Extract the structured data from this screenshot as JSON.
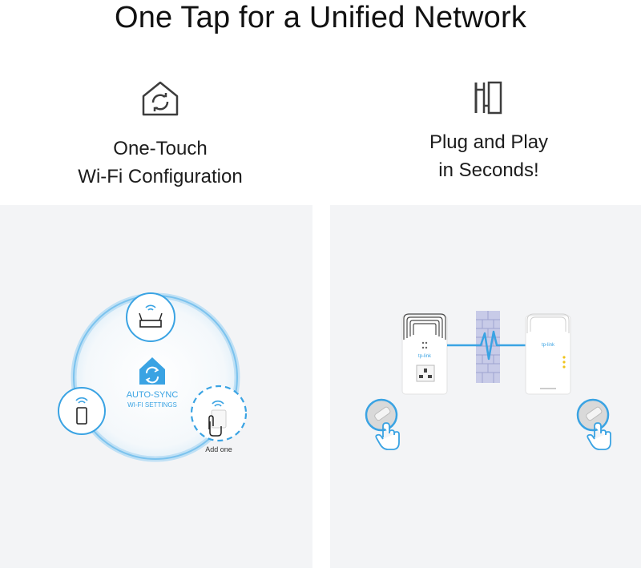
{
  "header": {
    "title": "One Tap for a Unified Network"
  },
  "features": [
    {
      "icon": "home-sync-icon",
      "line1": "One-Touch",
      "line2": "Wi-Fi Configuration"
    },
    {
      "icon": "plug-icon",
      "line1": "Plug and Play",
      "line2": "in Seconds!"
    }
  ],
  "left_panel": {
    "center_label_line1": "AUTO-SYNC",
    "center_label_line2": "WI-FI SETTINGS",
    "add_label": "Add one",
    "accent_color": "#3aa3e3"
  },
  "right_panel": {
    "brand_left": "tp-link",
    "brand_right": "tp-link",
    "accent_color": "#3aa3e3"
  }
}
